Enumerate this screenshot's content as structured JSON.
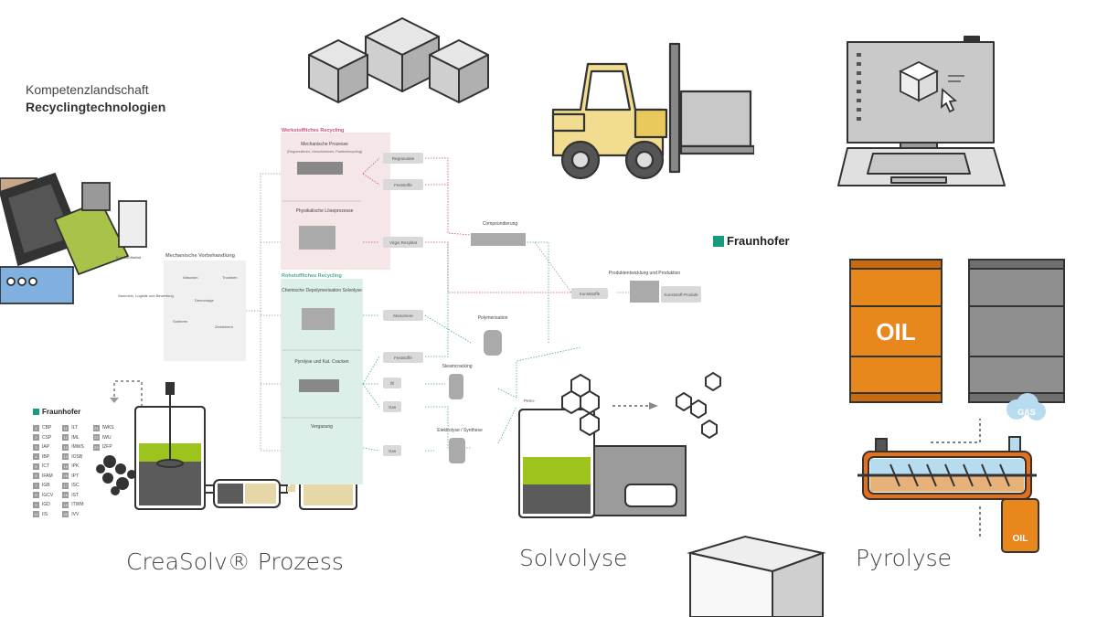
{
  "header": {
    "line1": "Kompetenzlandschaft",
    "line2": "Recyclingtechnologien"
  },
  "brand": {
    "name": "Fraunhofer"
  },
  "bottom_labels": {
    "creasolv": "CreaSolv® Prozess",
    "solvolyse": "Solvolyse",
    "pyrolyse": "Pyrolyse"
  },
  "barrels": {
    "oil": "OIL",
    "gas": "GAS",
    "oil_small": "OIL"
  },
  "diagram": {
    "left": {
      "abfall": "Kunststoffabfall",
      "sammeln": "Sammeln, Logistik und Bewertung"
    },
    "vorbehandlung": {
      "title": "Mechanische Vorbehandlung",
      "waschen": "Waschen",
      "trocknen": "Trocknen",
      "demontage": "Demontage",
      "sortieren": "Sortieren",
      "zerkleinern": "Zerkleinern"
    },
    "werkstoff": {
      "title": "Werkstoffliches Recycling",
      "mech_title": "Mechanische Prozesse",
      "mech_sub": "(Regranulieren, Umschmelzen, Partikelrecycling)",
      "phys": "Physikalische Löseprozesse"
    },
    "rohstoff": {
      "title": "Rohstoffliches Recycling",
      "chem": "Chemische Depolymerisation Solvolyse",
      "pyro": "Pyrolyse und Kat. Cracken",
      "verg": "Vergasung"
    },
    "boxes": {
      "regranulate": "Regranulate",
      "feststoffe1": "Feststoffe",
      "virgin": "Virgin Rezyklat",
      "monomere": "Monomere",
      "feststoffe2": "Feststoffe",
      "oel": "Öl",
      "gas1": "Gas",
      "gas2": "Gas",
      "kunststoffe": "Kunststoffe",
      "kunststoffprodukt": "Kunststoff-Produkt",
      "petro": "Petro-"
    },
    "processes": {
      "compound": "Compoundierung",
      "poly": "Polymerisation",
      "steam": "Steamcracking",
      "elektro": "Elektrolyse / Synthese",
      "produkt": "Produktentwicklung und Produktion"
    }
  },
  "legend": [
    {
      "n": "1",
      "t": "CBP"
    },
    {
      "n": "2",
      "t": "CSP"
    },
    {
      "n": "3",
      "t": "IAP"
    },
    {
      "n": "4",
      "t": "IBP"
    },
    {
      "n": "5",
      "t": "ICT"
    },
    {
      "n": "6",
      "t": "IFAM"
    },
    {
      "n": "7",
      "t": "IGB"
    },
    {
      "n": "8",
      "t": "IGCV"
    },
    {
      "n": "9",
      "t": "IGD"
    },
    {
      "n": "10",
      "t": "IIS"
    },
    {
      "n": "11",
      "t": "ILT"
    },
    {
      "n": "12",
      "t": "IML"
    },
    {
      "n": "13",
      "t": "IMWS"
    },
    {
      "n": "14",
      "t": "IOSB"
    },
    {
      "n": "15",
      "t": "IPK"
    },
    {
      "n": "16",
      "t": "IPT"
    },
    {
      "n": "17",
      "t": "ISC"
    },
    {
      "n": "18",
      "t": "IST"
    },
    {
      "n": "19",
      "t": "ITWM"
    },
    {
      "n": "20",
      "t": "IVV"
    },
    {
      "n": "21",
      "t": "IWKS"
    },
    {
      "n": "22",
      "t": "IWU"
    },
    {
      "n": "23",
      "t": "IZFP"
    }
  ],
  "colors": {
    "pink": "#c8506e",
    "green": "#4bab8f",
    "olive": "#9cc41c",
    "orange": "#e87d12"
  }
}
